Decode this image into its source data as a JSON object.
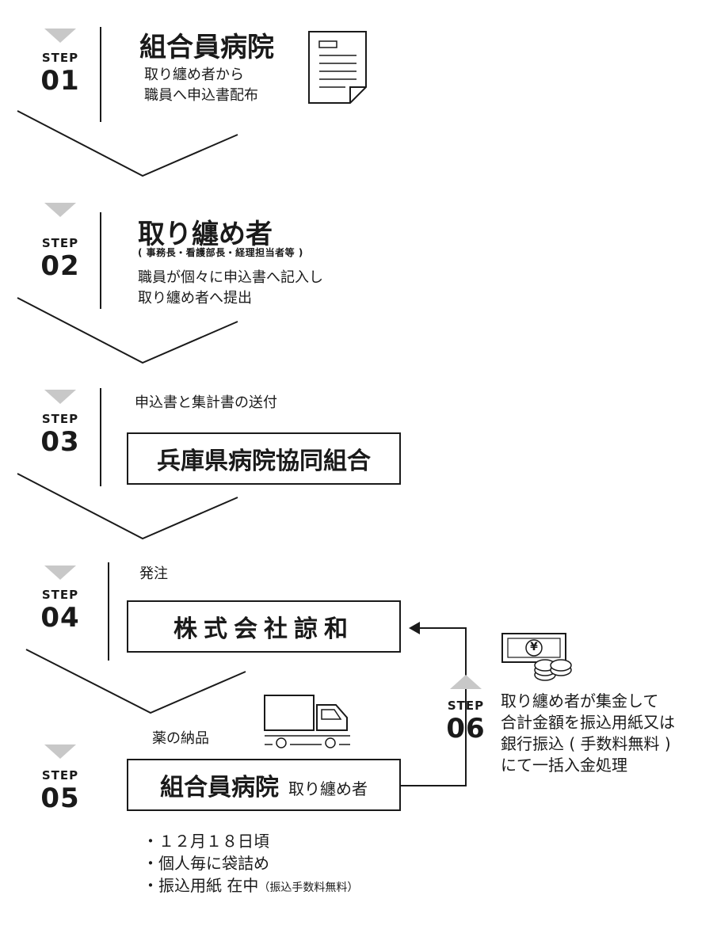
{
  "steps": [
    {
      "label": "STEP",
      "num": "01"
    },
    {
      "label": "STEP",
      "num": "02"
    },
    {
      "label": "STEP",
      "num": "03"
    },
    {
      "label": "STEP",
      "num": "04"
    },
    {
      "label": "STEP",
      "num": "05"
    },
    {
      "label": "STEP",
      "num": "06"
    }
  ],
  "step1": {
    "title": "組合員病院",
    "desc_line1": "取り纏め者から",
    "desc_line2": "職員へ申込書配布"
  },
  "step2": {
    "title": "取り纏め者",
    "subtitle": "( 事務長・看護部長・経理担当者等 )",
    "desc_line1": "職員が個々に申込書へ記入し",
    "desc_line2": "取り纏め者へ提出"
  },
  "step3": {
    "caption": "申込書と集計書の送付",
    "box": "兵庫県病院協同組合"
  },
  "step4": {
    "caption": "発注",
    "box": "株式会社諒和"
  },
  "step5": {
    "delivery": "薬の納品",
    "box_main": "組合員病院",
    "box_sub": "取り纏め者",
    "notes": [
      "・１２月１８日頃",
      "・個人毎に袋詰め",
      "・振込用紙 在中"
    ],
    "notes_small": "（振込手数料無料）"
  },
  "step6": {
    "desc_line1": "取り纏め者が集金して",
    "desc_line2": "合計金額を振込用紙又は",
    "desc_line3": "銀行振込 ( 手数料無料 )",
    "desc_line4": "にて一括入金処理",
    "yen_symbol": "¥"
  }
}
